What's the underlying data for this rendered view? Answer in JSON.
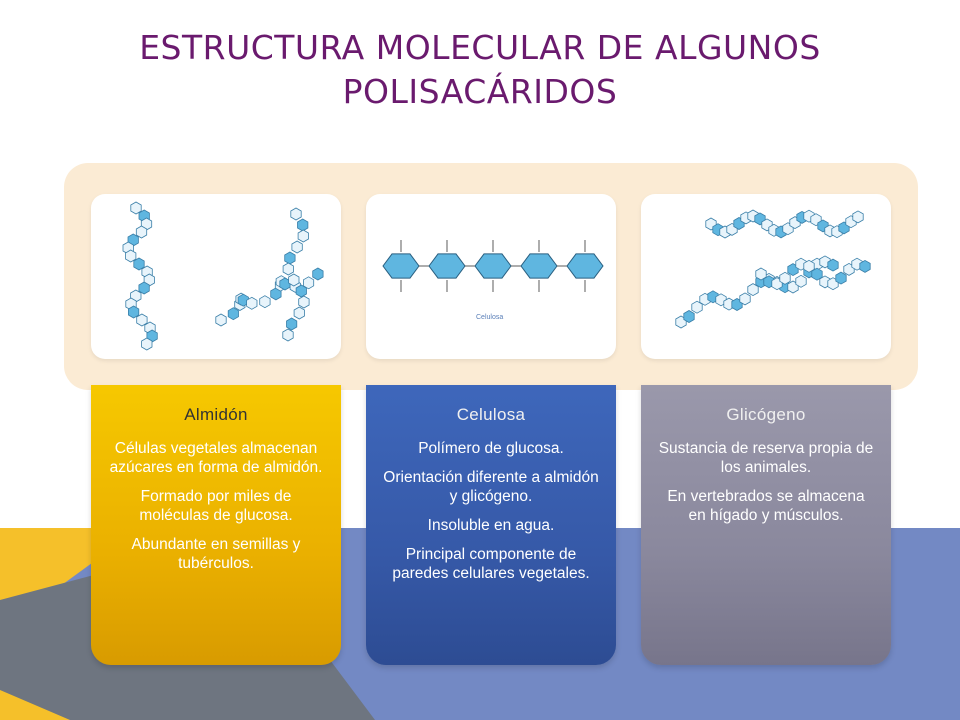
{
  "title": {
    "line1": "ESTRUCTURA MOLECULAR DE ALGUNOS",
    "line2": "POLISACÁRIDOS"
  },
  "colors": {
    "title": "#6a1a6e",
    "panel": "#fbebd4",
    "almidon": "#f2bd00",
    "celulosa": "#3659a8",
    "glicogeno": "#8a889d",
    "bg_yellow": "#f5c02a",
    "bg_gray": "#6e7580",
    "bg_blue": "#7389c4"
  },
  "cards": [
    {
      "heading": "Almidón",
      "icon": "starch-molecule-icon",
      "lines": [
        "Células vegetales almacenan azúcares en forma de almidón.",
        "Formado por miles de moléculas de glucosa.",
        "Abundante en semillas y tubérculos."
      ]
    },
    {
      "heading": "Celulosa",
      "icon": "cellulose-molecule-icon",
      "figure_caption": "Celulosa",
      "lines": [
        "Polímero de glucosa.",
        "Orientación diferente a almidón y glicógeno.",
        "Insoluble en agua.",
        "Principal componente de paredes celulares vegetales."
      ]
    },
    {
      "heading": "Glicógeno",
      "icon": "glycogen-molecule-icon",
      "lines": [
        "Sustancia de reserva propia de los animales.",
        "En vertebrados se almacena en hígado y músculos."
      ]
    }
  ]
}
